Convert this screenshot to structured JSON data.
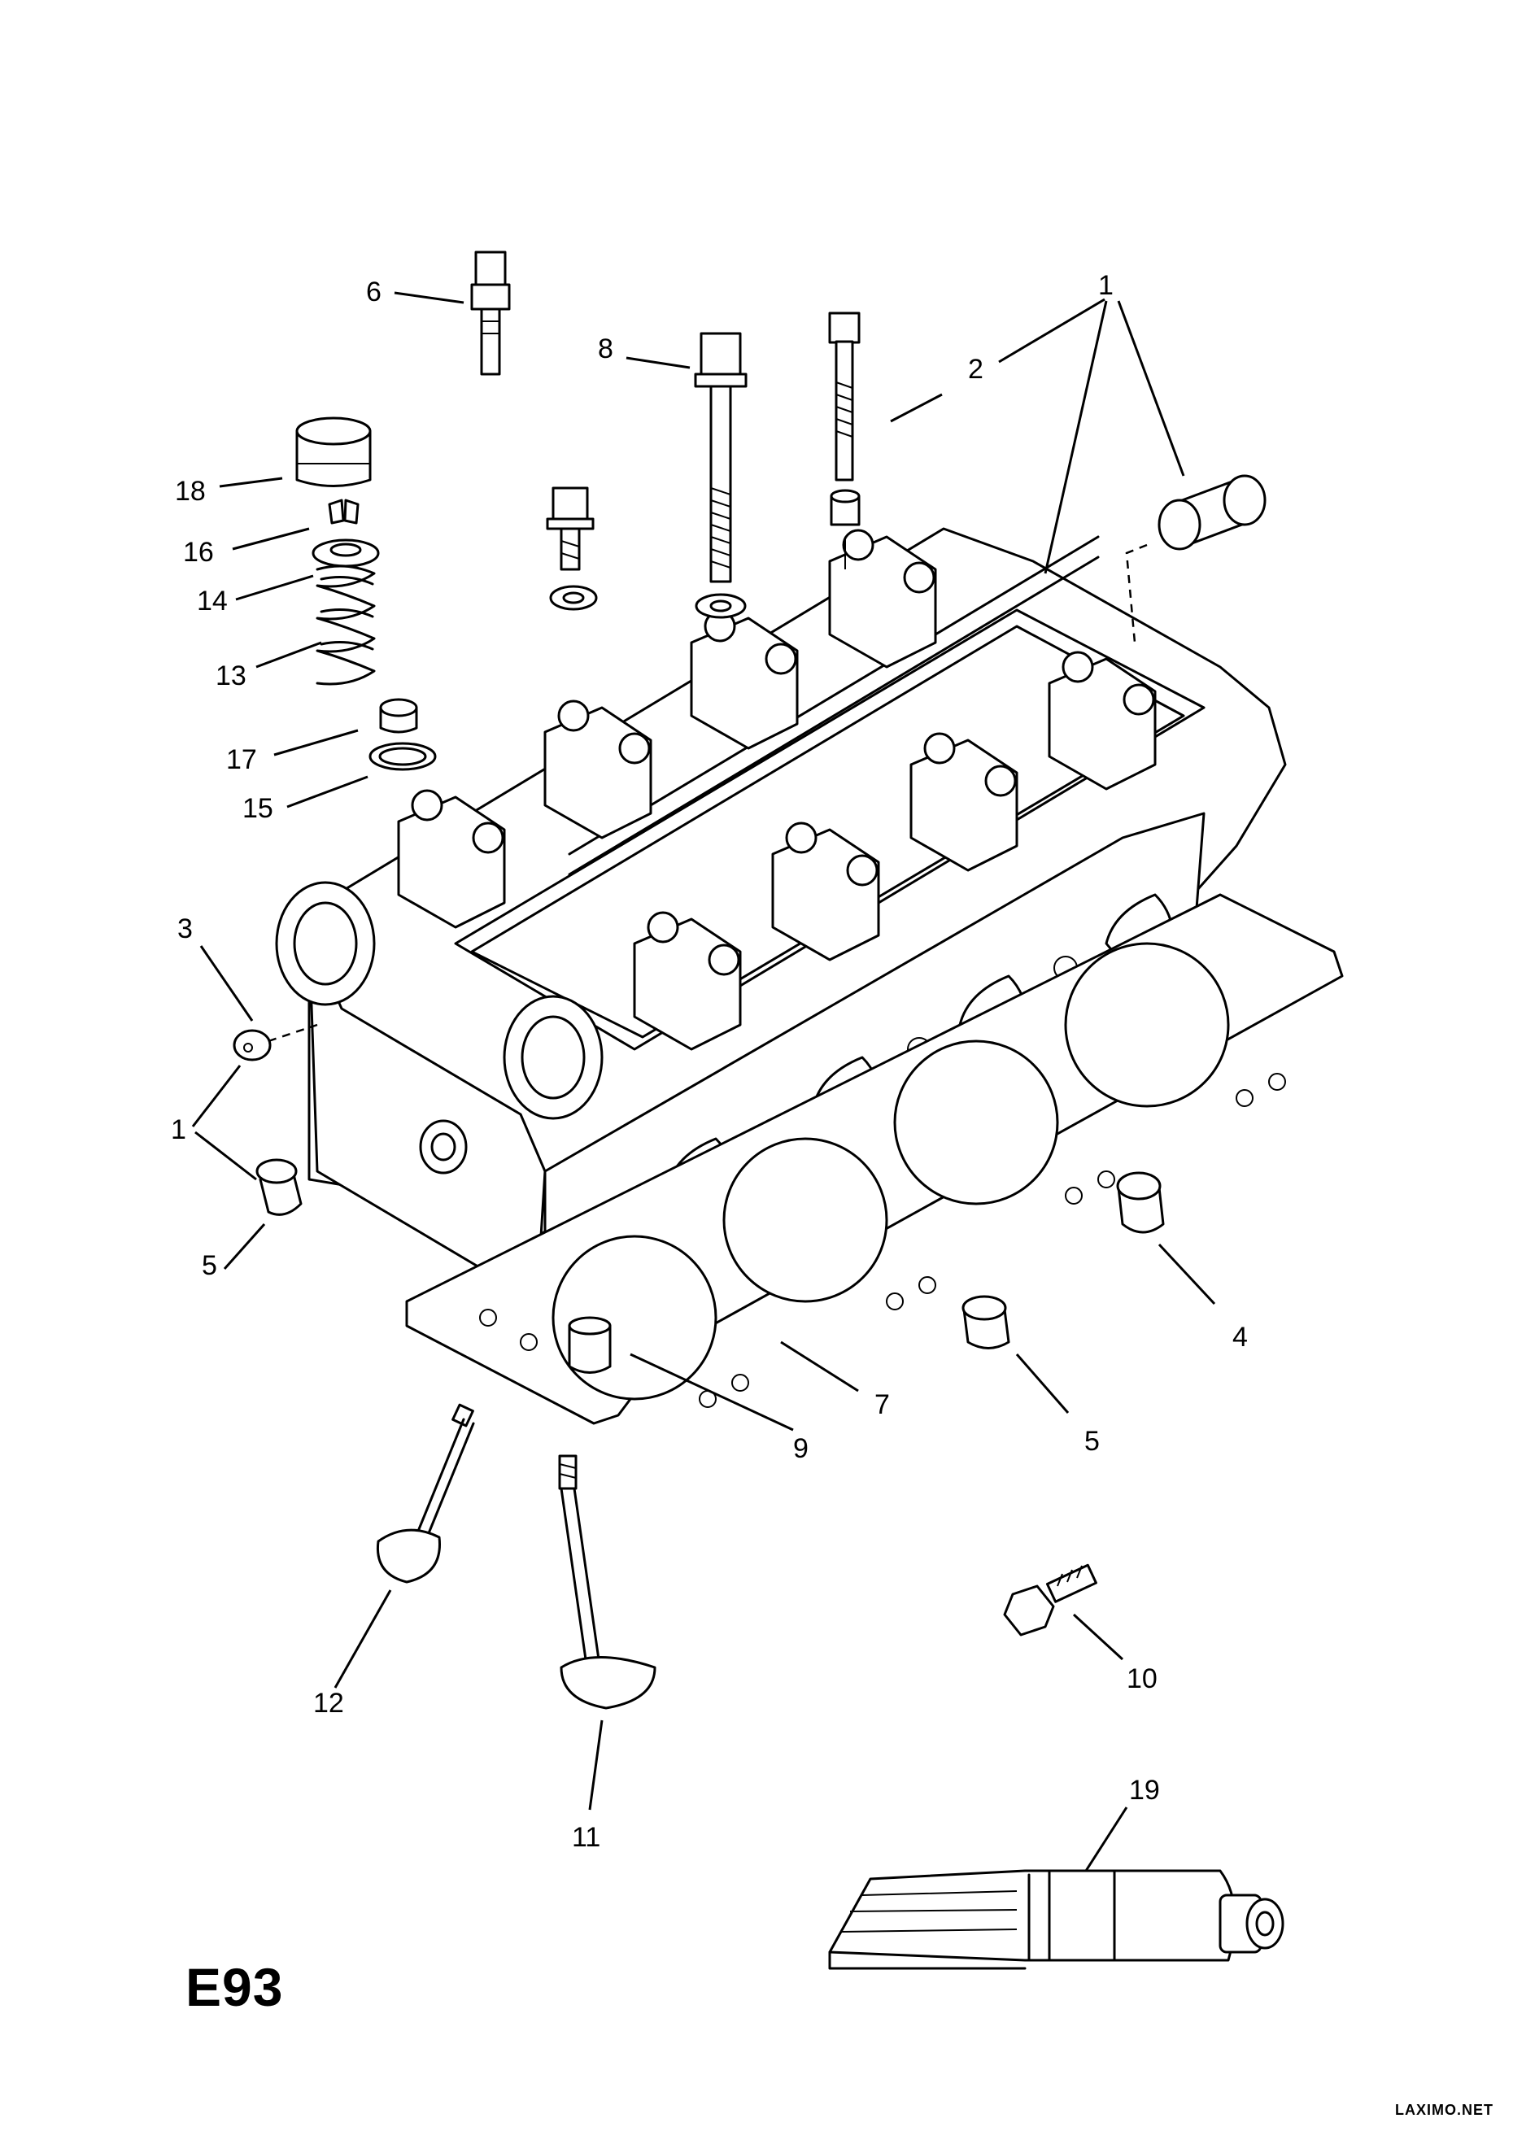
{
  "diagram": {
    "code": "E93",
    "watermark": "LAXIMO.NET",
    "callouts": [
      {
        "id": "c1a",
        "label": "1"
      },
      {
        "id": "c2",
        "label": "2"
      },
      {
        "id": "c6",
        "label": "6"
      },
      {
        "id": "c8",
        "label": "8"
      },
      {
        "id": "c18",
        "label": "18"
      },
      {
        "id": "c16",
        "label": "16"
      },
      {
        "id": "c14",
        "label": "14"
      },
      {
        "id": "c13",
        "label": "13"
      },
      {
        "id": "c17",
        "label": "17"
      },
      {
        "id": "c15",
        "label": "15"
      },
      {
        "id": "c3",
        "label": "3"
      },
      {
        "id": "c1b",
        "label": "1"
      },
      {
        "id": "c5a",
        "label": "5"
      },
      {
        "id": "c4",
        "label": "4"
      },
      {
        "id": "c7",
        "label": "7"
      },
      {
        "id": "c9",
        "label": "9"
      },
      {
        "id": "c5b",
        "label": "5"
      },
      {
        "id": "c12",
        "label": "12"
      },
      {
        "id": "c11",
        "label": "11"
      },
      {
        "id": "c10",
        "label": "10"
      },
      {
        "id": "c19",
        "label": "19"
      }
    ]
  }
}
